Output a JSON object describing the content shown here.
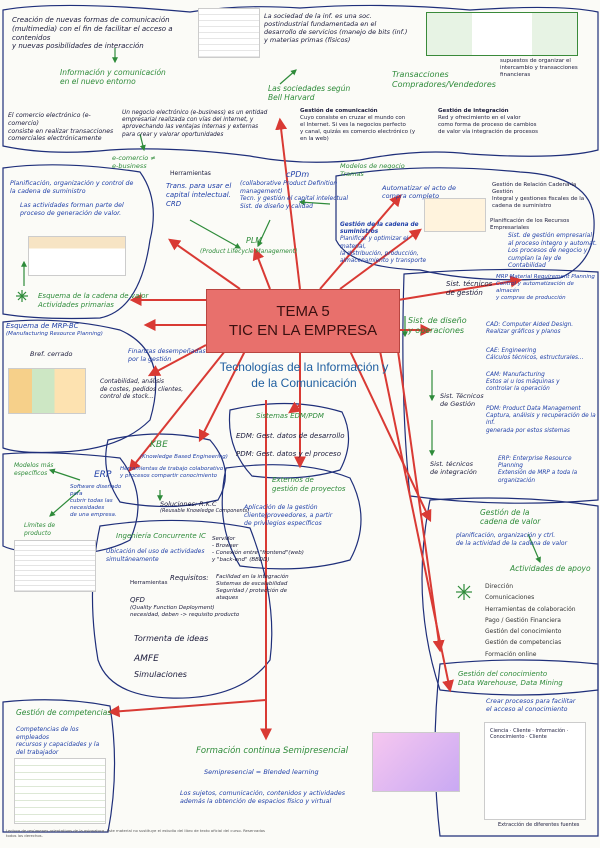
{
  "central": {
    "title_line1": "TEMA 5",
    "title_line2": "TIC EN LA EMPRESA"
  },
  "subtitle": {
    "line1": "Tecnologías de la Información y",
    "line2": "de la Comunicación"
  },
  "top_left": {
    "desc": [
      "Creación de nuevas formas de comunicación",
      "(multimedia) con el fin de facilitar el acceso a contenidos",
      "y nuevas posibilidades de interacción"
    ],
    "heading": [
      "Información y comunicación",
      "en el nuevo entorno"
    ]
  },
  "sociedad": {
    "desc": [
      "La sociedad de la inf. es una soc.",
      "postindustrial fundamentada en el",
      "desarrollo de servicios (manejo de bits (inf.)",
      "y materias primas (físicos)"
    ],
    "heading": [
      "Las sociedades según",
      "Bell Harvard"
    ]
  },
  "transacciones": {
    "heading": [
      "Transacciones",
      "Compradores/Vendedores"
    ],
    "note": [
      "supuestos de organizar el",
      "intercambio y transacciones financieras"
    ]
  },
  "comercio": {
    "left": [
      "El comercio electrónico (e-comercio)",
      "consiste en realizar transacciones",
      "comerciales electrónicamente"
    ],
    "center": [
      "Un negocio electrónico (e-business) es un entidad",
      "empresarial realizada con vías del internet, y",
      "aprovechando las ventajas internas y externas",
      "para crear y valorar oportunidades"
    ],
    "green": [
      "e-comercio ≠",
      "e-business"
    ]
  },
  "gestion_comunicacion": {
    "title": "Gestión de comunicación",
    "desc": [
      "Cuyo consiste en cruzar el mundo con",
      "el Internet. Si ves la negocios perfecto",
      "y canal, quizás es comercio electrónico (y en la web)"
    ]
  },
  "gestion_integracion": {
    "title": "Gestión de integración",
    "desc": [
      "Red y ofrecimiento en el valor",
      "como forma de proceso de cambios",
      "de valor vía integración de procesos"
    ]
  },
  "modelos_negocio": {
    "heading": [
      "Modelos de negocio",
      "Tramas"
    ]
  },
  "herramientas": {
    "label": "Herramientas",
    "items": [
      "Trans. para usar el",
      "capital intelectual.",
      "CRD"
    ],
    "cpdm_label": "cPDm",
    "cpdm_desc": [
      "(collaborative Product Definition management)",
      "Tecn. y gestión el capital intelectual",
      "Sist. de diseño y calidad"
    ]
  },
  "plm": {
    "title": "PLM",
    "desc": "(Product Lifecycle Management)"
  },
  "planificacion": {
    "heading": [
      "Planificación, organización y control de",
      "la cadena de suministro"
    ],
    "desc": [
      "Las actividades forman parte del",
      "proceso de generación de valor."
    ]
  },
  "esquema_cadena": {
    "heading": [
      "Esquema de la cadena de valor",
      "Actividades primarias"
    ]
  },
  "mrp": {
    "heading": [
      "Esquema de MRP-BC",
      "(Manufacturing Resource Planning)"
    ],
    "brief": "Bref. cerrado",
    "finance": [
      "Finanzas desempeñadas",
      "por la gestión"
    ],
    "finance_note": [
      "Contabilidad, análisis",
      "de costes, pedidos clientes,",
      "control de stock..."
    ]
  },
  "gestion_cadena_suministro": {
    "title": [
      "Gestión de Relación Cadena-la Gestión",
      "Integral y gestiones fiscales de la",
      "cadena de suministro"
    ],
    "erp": "Planificación de los Recursos Empresariales",
    "desc": [
      "Sist. de gestión empresarial",
      "al proceso integro y automat.",
      "Los procesos de negocio y",
      "cumplan la ley de Contabilidad"
    ]
  },
  "automatizacion": {
    "title": [
      "Automatizar el acto de",
      "compra completo"
    ],
    "desc": [
      "Gestión de la cadena de suministros",
      "Planificar y optimizar el material,",
      "la distribución, producción,",
      "almacenamiento y transporte"
    ]
  },
  "sist_tecnicos": {
    "gestion": [
      "Sist. técnicos",
      "de gestión"
    ],
    "mrp_desc": [
      "MRP Material Requirement Planning",
      "Control y automatización de almacén",
      "y compras de producción"
    ],
    "diseno": [
      "Sist. de diseño",
      "y operaciones"
    ],
    "cad": [
      "CAD: Computer Aided Design.",
      "Realizar gráficos y planos"
    ],
    "cae": [
      "CAE: Engineering",
      "Cálculos técnicos, estructurales..."
    ],
    "cam": [
      "CAM: Manufacturing",
      "Estos al u los máquinas y",
      "controlar la operación"
    ],
    "pdm": [
      "PDM: Product Data Management",
      "Captura, análisis y recuperación de la inf.",
      "generada por estos sistemas"
    ],
    "externos": [
      "Sist. Técnicos",
      "de Gestión"
    ],
    "integracion": [
      "Sist. técnicos",
      "de integración"
    ],
    "erp_desc": [
      "ERP: Enterprise Resource Planning",
      "Extensión de MRP a toda la organización"
    ]
  },
  "erp_box": {
    "label": "ERP",
    "desc": [
      "Software diseñado para",
      "cubrir todas las necesidades",
      "de una empresa."
    ],
    "green": [
      "Modelos más",
      "específicos"
    ],
    "green2": [
      "Límites de",
      "producto"
    ]
  },
  "sistemas_edm": {
    "title": "Sistemas EDM/PDM",
    "edm": "EDM: Gest. datos de desarrollo",
    "pdm": "PDM: Gest. datos y el proceso"
  },
  "kbe": {
    "title": "KBE",
    "subtitle": "(Knowledge Based Engineering)",
    "desc": [
      "Herramientas de trabajo colaborativo",
      "y procesos compartir conocimiento"
    ],
    "sub": "Soluciones: R.K.C",
    "sub2": "(Reusable Knowledge Components)"
  },
  "externos_gestion": {
    "title": [
      "Externos de",
      "gestión de proyectos"
    ],
    "desc": [
      "Aplicación de la gestión",
      "cliente/proveedores, a partir",
      "de privilegios específicos"
    ]
  },
  "ingenieria": {
    "title": "Ingeniería Concurrente IC",
    "desc": [
      "Ubicación del uso de actividades",
      "simultáneamente"
    ],
    "herr": "Herramientas",
    "qfd": [
      "QFD",
      "(Quality Function Deployment)",
      "necesidad, deben -> requisito producto"
    ],
    "torm": "Tormenta de ideas",
    "amfe": "AMFE",
    "sim": "Simulaciones",
    "req_label": "Requisitos:",
    "req_items": [
      "Facilidad en la integración",
      "Sistemas de escalabilidad",
      "Seguridad / protección de",
      "ataques"
    ],
    "browser": [
      "Servidor",
      "- Browser",
      "- Conexión entre \"frontend\"(web)",
      "y \"back-end\" (BBDD)"
    ]
  },
  "cadena_valor": {
    "title": [
      "Gestión de la",
      "cadena de valor"
    ],
    "desc": [
      "planificación, organización y ctrl.",
      "de la actividad de la cadena de valor"
    ],
    "apoyo": "Actividades de apoyo",
    "list": [
      "Dirección",
      "Comunicaciones",
      "Herramientas de colaboración",
      "Pago / Gestión Financiera",
      "Gestión del conocimiento",
      "Gestión de competencias",
      "Formación online"
    ]
  },
  "conocimiento": {
    "title": [
      "Gestión del conocimiento",
      "Data Warehouse, Data Mining"
    ],
    "proc": [
      "Crear procesos para facilitar",
      "el acceso al conocimiento"
    ],
    "nodes": [
      "Ciencia",
      "Cliente",
      "Información",
      "Conocimiento",
      "Cliente"
    ],
    "caption": "Extracción de diferentes fuentes"
  },
  "competencias": {
    "title": "Gestión de competencias",
    "desc": [
      "Competencias de los empleados",
      "recursos y capacidades y la",
      "del trabajador"
    ]
  },
  "formacion": {
    "title": "Formación continua Semipresencial",
    "sub": "Semipresencial = Blended learning",
    "desc": [
      "Los sujetos, comunicación, contenidos y actividades",
      "además la obtención de espacios físico y virtual"
    ]
  },
  "footer": {
    "text": "Lectura de resúmenes orientativos de la asignatura. Este material no sustituye el estudio del libro de texto oficial del curso. Reservados todos los derechos."
  },
  "colors": {
    "red": "#d93a34",
    "blue": "#1f3fa8",
    "green": "#2e8b3a",
    "box": "#e8706c"
  }
}
